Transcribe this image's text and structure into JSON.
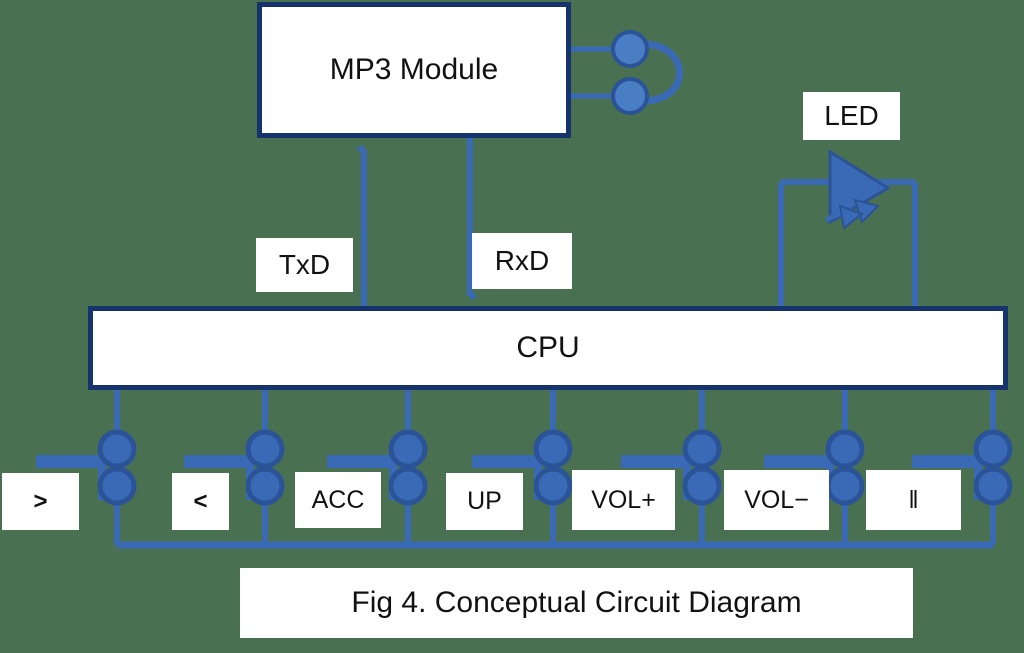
{
  "figure": {
    "caption": "Fig 4. Conceptual Circuit Diagram",
    "background_color": "#4a7052",
    "wire_color": "#3a6ab5",
    "block_border_color": "#16336b",
    "block_fill_color": "#ffffff",
    "label_fill_color": "#ffffff",
    "text_color": "#111111"
  },
  "blocks": {
    "mp3_module": {
      "label": "MP3 Module"
    },
    "cpu": {
      "label": "CPU"
    }
  },
  "signals": {
    "txd": {
      "label": "TxD",
      "direction": "up-to-mp3"
    },
    "rxd": {
      "label": "RxD",
      "direction": "down-to-cpu"
    }
  },
  "led": {
    "label": "LED",
    "icon": "led-triangle-icon",
    "emission_arrows": 2
  },
  "speaker": {
    "icon": "speaker-icon",
    "terminals": 2
  },
  "buttons": [
    {
      "label": ">",
      "name": "next"
    },
    {
      "label": "<",
      "name": "previous"
    },
    {
      "label": "ACC",
      "name": "acc"
    },
    {
      "label": "UP",
      "name": "up"
    },
    {
      "label": "VOL+",
      "name": "volume-up"
    },
    {
      "label": "VOL−",
      "name": "volume-down"
    },
    {
      "label": "‖",
      "name": "pause"
    }
  ],
  "switch_count": 7
}
